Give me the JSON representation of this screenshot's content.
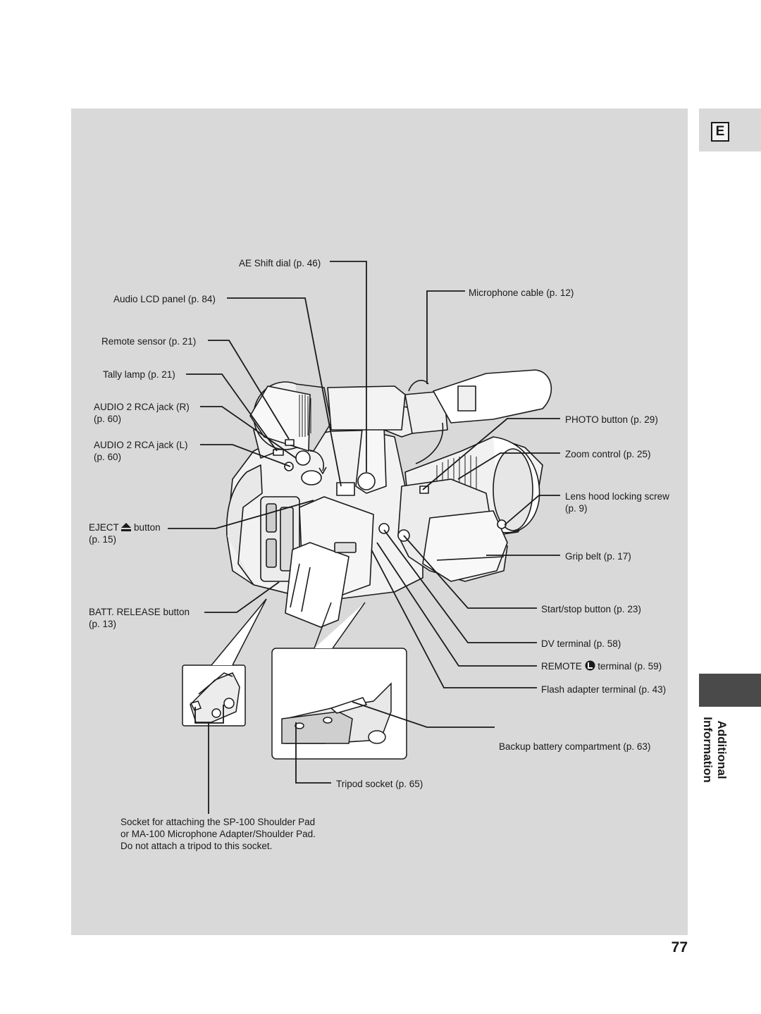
{
  "language_tab": "E",
  "section_title_line1": "Additional",
  "section_title_line2": "Information",
  "page_number": "77",
  "labels": {
    "ae_shift_dial": "AE Shift dial (p. 46)",
    "audio_lcd_panel": "Audio LCD panel (p. 84)",
    "remote_sensor": "Remote sensor (p. 21)",
    "tally_lamp": "Tally lamp (p. 21)",
    "audio2_r_line1": "AUDIO 2 RCA jack (R)",
    "audio2_r_line2": "(p. 60)",
    "audio2_l_line1": "AUDIO 2 RCA jack (L)",
    "audio2_l_line2": "(p. 60)",
    "eject_prefix": "EJECT",
    "eject_suffix": "button",
    "eject_line2": "(p. 15)",
    "batt_release_line1": "BATT. RELEASE button",
    "batt_release_line2": "(p. 13)",
    "microphone_cable": "Microphone cable (p. 12)",
    "photo_button": "PHOTO button (p. 29)",
    "zoom_control": "Zoom control (p. 25)",
    "lens_hood_line1": "Lens hood locking screw",
    "lens_hood_line2": "(p. 9)",
    "grip_belt": "Grip belt (p. 17)",
    "start_stop": "Start/stop button (p. 23)",
    "dv_terminal": "DV terminal (p. 58)",
    "remote_prefix": "REMOTE",
    "remote_suffix": "terminal (p. 59)",
    "flash_adapter": "Flash adapter terminal (p. 43)",
    "backup_battery": "Backup battery compartment (p. 63)",
    "tripod_socket": "Tripod socket (p. 65)"
  },
  "socket_note": [
    "Socket for attaching the SP-100 Shoulder Pad",
    "or MA-100 Microphone Adapter/Shoulder Pad.",
    "Do not attach a tripod to this socket."
  ],
  "icons": [
    "eject-icon",
    "remote-terminal-icon"
  ]
}
